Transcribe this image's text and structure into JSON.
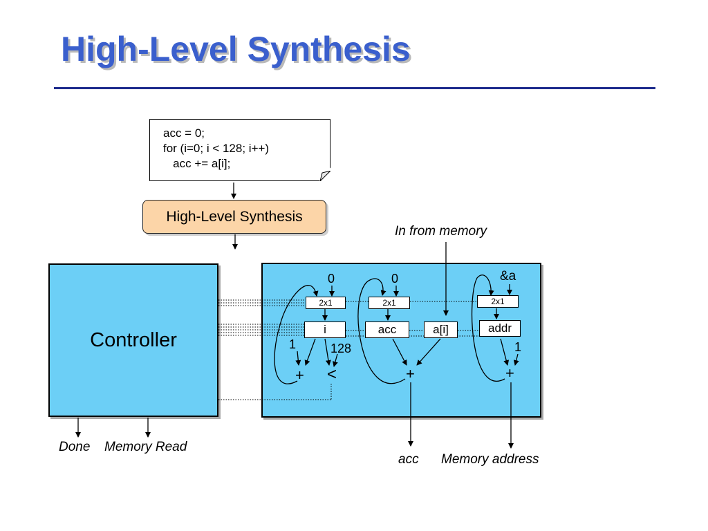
{
  "title": "High-Level Synthesis",
  "code": {
    "line1": "acc = 0;",
    "line2": "for (i=0; i < 128; i++)",
    "line3": "   acc += a[i];"
  },
  "hls_block": {
    "label": "High-Level Synthesis"
  },
  "controller": {
    "label": "Controller"
  },
  "datapath": {
    "const_zero_1": "0",
    "const_zero_2": "0",
    "const_addr": "&a",
    "mux_labels": [
      "2x1",
      "2x1",
      "2x1"
    ],
    "registers": {
      "i": "i",
      "acc": "acc",
      "a_i": "a[i]",
      "addr": "addr"
    },
    "const_one_left": "1",
    "const_128": "128",
    "const_one_right": "1",
    "op_add_i": "+",
    "op_less": "<",
    "op_add_acc": "+",
    "op_add_addr": "+"
  },
  "labels": {
    "in_from_memory": "In from memory",
    "done": "Done",
    "memory_read": "Memory Read",
    "acc_out": "acc",
    "memory_address": "Memory address"
  }
}
